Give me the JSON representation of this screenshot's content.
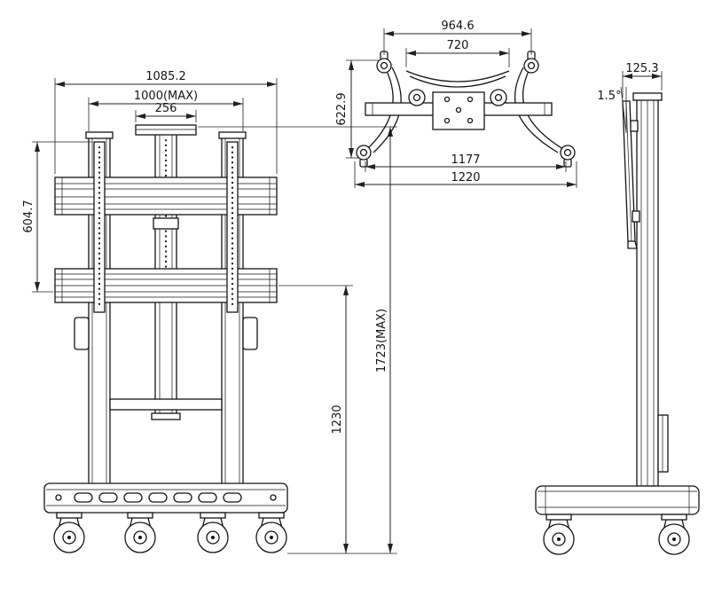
{
  "views": {
    "front": {
      "dims": {
        "overall_width": "1085.2",
        "max_width": "1000(MAX)",
        "plate_width": "256",
        "bracket_height": "604.7",
        "lower_rail_height": "1230",
        "max_height": "1723(MAX)"
      }
    },
    "top": {
      "dims": {
        "front_caster_span": "964.6",
        "inner_bar_span": "720",
        "depth": "622.9",
        "rear_caster_span": "1177",
        "overall_width": "1220"
      }
    },
    "side": {
      "dims": {
        "depth": "125.3",
        "tilt_angle": "1.5°"
      }
    }
  },
  "colors": {
    "line": "#141414",
    "dimension": "#222222",
    "background": "#ffffff"
  }
}
